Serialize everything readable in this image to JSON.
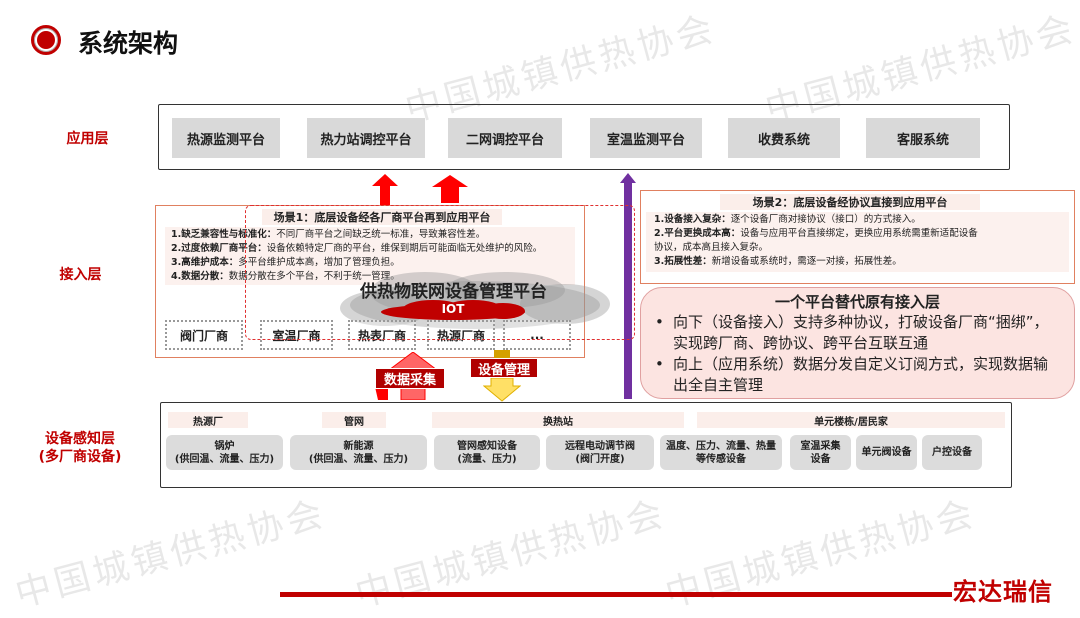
{
  "header": {
    "title": "系统架构"
  },
  "watermark": "中国城镇供热协会",
  "layers": {
    "app": "应用层",
    "access": "接入层",
    "device": "设备感知层\n(多厂商设备)",
    "device_line1": "设备感知层",
    "device_line2": "(多厂商设备)"
  },
  "app_layer": [
    "热源监测平台",
    "热力站调控平台",
    "二网调控平台",
    "室温监测平台",
    "收费系统",
    "客服系统"
  ],
  "scenario1": {
    "title": "场景1：底层设备经各厂商平台再到应用平台",
    "items": [
      {
        "k": "1.缺乏兼容性与标准化：",
        "v": "不同厂商平台之间缺乏统一标准，导致兼容性差。"
      },
      {
        "k": "2.过度依赖厂商平台：",
        "v": "设备依赖特定厂商的平台，维保到期后可能面临无处维护的风险。"
      },
      {
        "k": "3.高维护成本：",
        "v": "多平台维护成本高，增加了管理负担。"
      },
      {
        "k": "4.数据分散：",
        "v": "数据分散在多个平台，不利于统一管理。"
      }
    ],
    "vendors": [
      "阀门厂商",
      "室温厂商",
      "热表厂商",
      "热源厂商",
      "..."
    ]
  },
  "platform": {
    "name": "供热物联网设备管理平台",
    "iot": "IOT"
  },
  "scenario2": {
    "title": "场景2：底层设备经协议直接到应用平台",
    "items": [
      {
        "k": "1.设备接入复杂：",
        "v": "逐个设备厂商对接协议（接口）的方式接入。"
      },
      {
        "k": "2.平台更换成本高：",
        "v": "设备与应用平台直接绑定，更换应用系统需重新适配设备"
      },
      {
        "k": "",
        "v": "协议，成本高且接入复杂。"
      },
      {
        "k": "3.拓展性差：",
        "v": "新增设备或系统时，需逐一对接，拓展性差。"
      }
    ]
  },
  "overlay": {
    "title": "一个平台替代原有接入层",
    "lines": [
      "向下（设备接入）支持多种协议，打",
      "破设备厂商“捆绑”，实现跨厂商、",
      "跨协议、跨平台互联互通",
      "向上（应用系统）数据分发自定义订",
      "阅方式，实现数据输出全自主管理"
    ],
    "bullet": "•"
  },
  "tags": {
    "collect": "数据采集",
    "manage": "设备管理"
  },
  "device_layer": {
    "categories": [
      "热源厂",
      "管网",
      "换热站",
      "单元楼栋/居民家"
    ],
    "devices": [
      [
        "锅炉",
        "(供回温、流量、压力)"
      ],
      [
        "新能源",
        "(供回温、流量、压力)"
      ],
      [
        "管网感知设备",
        "(流量、压力)"
      ],
      [
        "远程电动调节阀",
        "(阀门开度)"
      ],
      [
        "温度、压力、流量、热量",
        "等传感设备"
      ],
      [
        "室温采集",
        "设备"
      ],
      [
        "单元阀设备"
      ],
      [
        "户控设备"
      ]
    ]
  },
  "footer": {
    "logo": "宏达瑞信"
  },
  "colors": {
    "accent": "#c00000",
    "purple": "#7030a0",
    "yellow": "#ffe066"
  }
}
